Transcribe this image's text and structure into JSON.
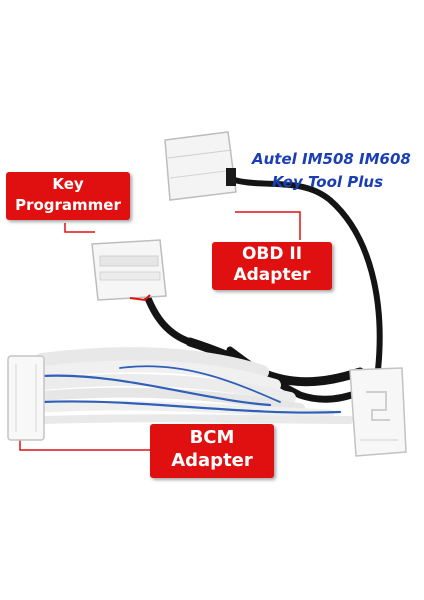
{
  "title": {
    "line1": "Autel IM508 IM608",
    "line2": "Key Tool Plus",
    "color": "#1a3fb5"
  },
  "labels": {
    "key_programmer": [
      "Key",
      "Programmer"
    ],
    "obd_adapter": [
      "OBD II",
      "Adapter"
    ],
    "bcm_adapter": [
      "BCM",
      "Adapter"
    ]
  },
  "colors": {
    "label_bg": "#e01010",
    "label_text": "#ffffff",
    "cable_black": "#141414",
    "wire_white": "#f2f2f2",
    "wire_blue": "#2f5fb8",
    "connector": "#f7f7f7"
  }
}
